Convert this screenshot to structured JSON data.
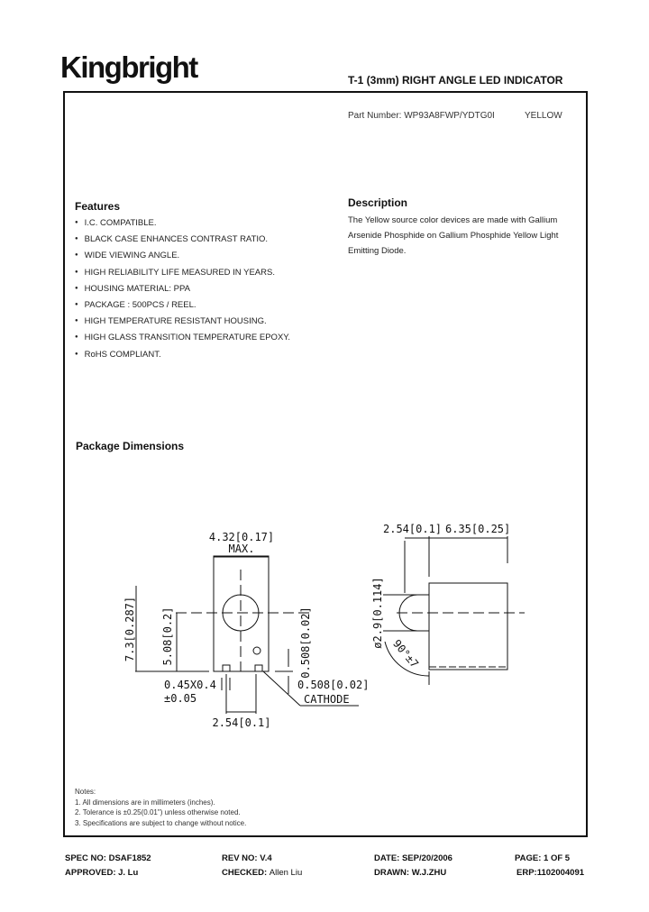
{
  "header": {
    "logo": "Kingbright",
    "title": "T-1 (3mm) RIGHT ANGLE LED INDICATOR"
  },
  "part": {
    "label": "Part Number: WP93A8FWP/YDTG0I",
    "color": "YELLOW"
  },
  "features": {
    "heading": "Features",
    "items": [
      "I.C. COMPATIBLE.",
      "BLACK CASE ENHANCES CONTRAST RATIO.",
      "WIDE VIEWING ANGLE.",
      "HIGH RELIABILITY LIFE MEASURED IN YEARS.",
      "HOUSING MATERIAL: PPA",
      "PACKAGE : 500PCS / REEL.",
      "HIGH TEMPERATURE RESISTANT HOUSING.",
      "HIGH GLASS TRANSITION TEMPERATURE EPOXY.",
      "RoHS COMPLIANT."
    ]
  },
  "description": {
    "heading": "Description",
    "lines": [
      "The Yellow source color devices are made with Gallium",
      "Arsenide Phosphide on Gallium Phosphide Yellow Light",
      "Emitting  Diode."
    ]
  },
  "package": {
    "heading": "Package Dimensions",
    "front": {
      "width": "4.32[0.17]",
      "max": "MAX.",
      "height": "7.3[0.287]",
      "center_height": "5.08[0.2]",
      "lead": "0.45X0.4",
      "lead_tol": "±0.05",
      "pitch": "2.54[0.1]",
      "standoff_v": "0.508[0.02]",
      "standoff_h": "0.508[0.02]",
      "cathode": "CATHODE"
    },
    "side": {
      "dome": "2.54[0.1]",
      "depth": "6.35[0.25]",
      "diameter": "ø2.9[0.114]",
      "angle": "90°±7"
    }
  },
  "notes": {
    "heading": "Notes:",
    "items": [
      "1. All dimensions are in millimeters (inches).",
      "2. Tolerance is ±0.25(0.01\") unless otherwise noted.",
      "3. Specifications are subject to change without notice."
    ]
  },
  "footer": {
    "spec_label": "SPEC NO:",
    "spec": "DSAF1852",
    "rev_label": "REV NO:",
    "rev": "V.4",
    "date_label": "DATE:",
    "date": "SEP/20/2006",
    "page_label": "PAGE:",
    "page": "1 OF 5",
    "approved_label": "APPROVED:",
    "approved": "J. Lu",
    "checked_label": "CHECKED:",
    "checked": "Allen Liu",
    "drawn_label": "DRAWN:",
    "drawn": "W.J.ZHU",
    "erp_label": "ERP:",
    "erp": "1102004091"
  }
}
